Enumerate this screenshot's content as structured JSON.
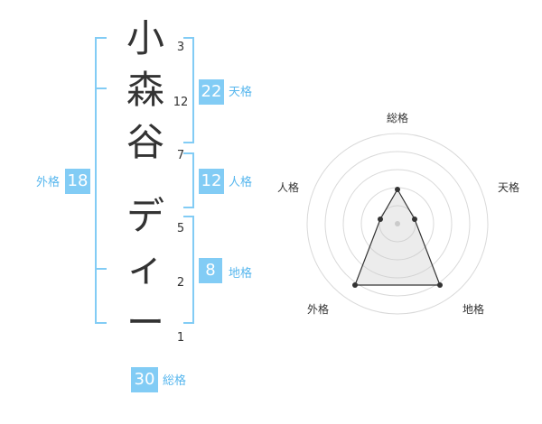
{
  "name_chars": [
    "小",
    "森",
    "谷",
    "デ",
    "ィ",
    "ー"
  ],
  "strokes": [
    "3",
    "12",
    "7",
    "5",
    "2",
    "1"
  ],
  "tenkaku": {
    "value": "22",
    "label": "天格"
  },
  "jinkaku": {
    "value": "12",
    "label": "人格"
  },
  "chikaku": {
    "value": "8",
    "label": "地格"
  },
  "gaikaku": {
    "value": "18",
    "label": "外格"
  },
  "soukaku": {
    "value": "30",
    "label": "総格"
  },
  "radar": {
    "labels": {
      "top": "総格",
      "right": "天格",
      "left": "人格",
      "bottom_left": "外格",
      "bottom_right": "地格"
    }
  },
  "colors": {
    "accent": "#82ccf5",
    "accent_text": "#58b7ee",
    "text": "#333333"
  }
}
